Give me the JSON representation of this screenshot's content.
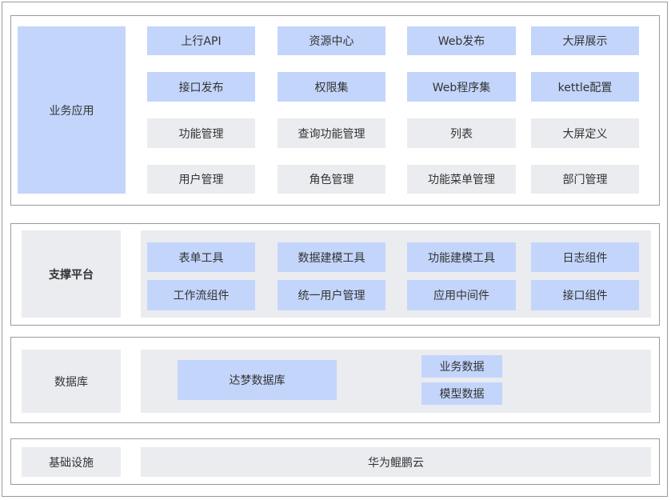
{
  "colors": {
    "accent_box": "#c3d5fb",
    "neutral_box": "#ebecf0",
    "border": "#9a9a9a"
  },
  "business": {
    "title": "业务应用",
    "row1": [
      "上行API",
      "资源中心",
      "Web发布",
      "大屏展示"
    ],
    "row2": [
      "接口发布",
      "权限集",
      "Web程序集",
      "kettle配置"
    ],
    "row3": [
      "功能管理",
      "查询功能管理",
      "列表",
      "大屏定义"
    ],
    "row4": [
      "用户管理",
      "角色管理",
      "功能菜单管理",
      "部门管理"
    ]
  },
  "support": {
    "title": "支撑平台",
    "row1": [
      "表单工具",
      "数据建模工具",
      "功能建模工具",
      "日志组件"
    ],
    "row2": [
      "工作流组件",
      "统一用户管理",
      "应用中间件",
      "接口组件"
    ]
  },
  "database": {
    "title": "数据库",
    "main": "达梦数据库",
    "items": [
      "业务数据",
      "模型数据"
    ]
  },
  "infra": {
    "title": "基础设施",
    "cloud": "华为鲲鹏云"
  }
}
